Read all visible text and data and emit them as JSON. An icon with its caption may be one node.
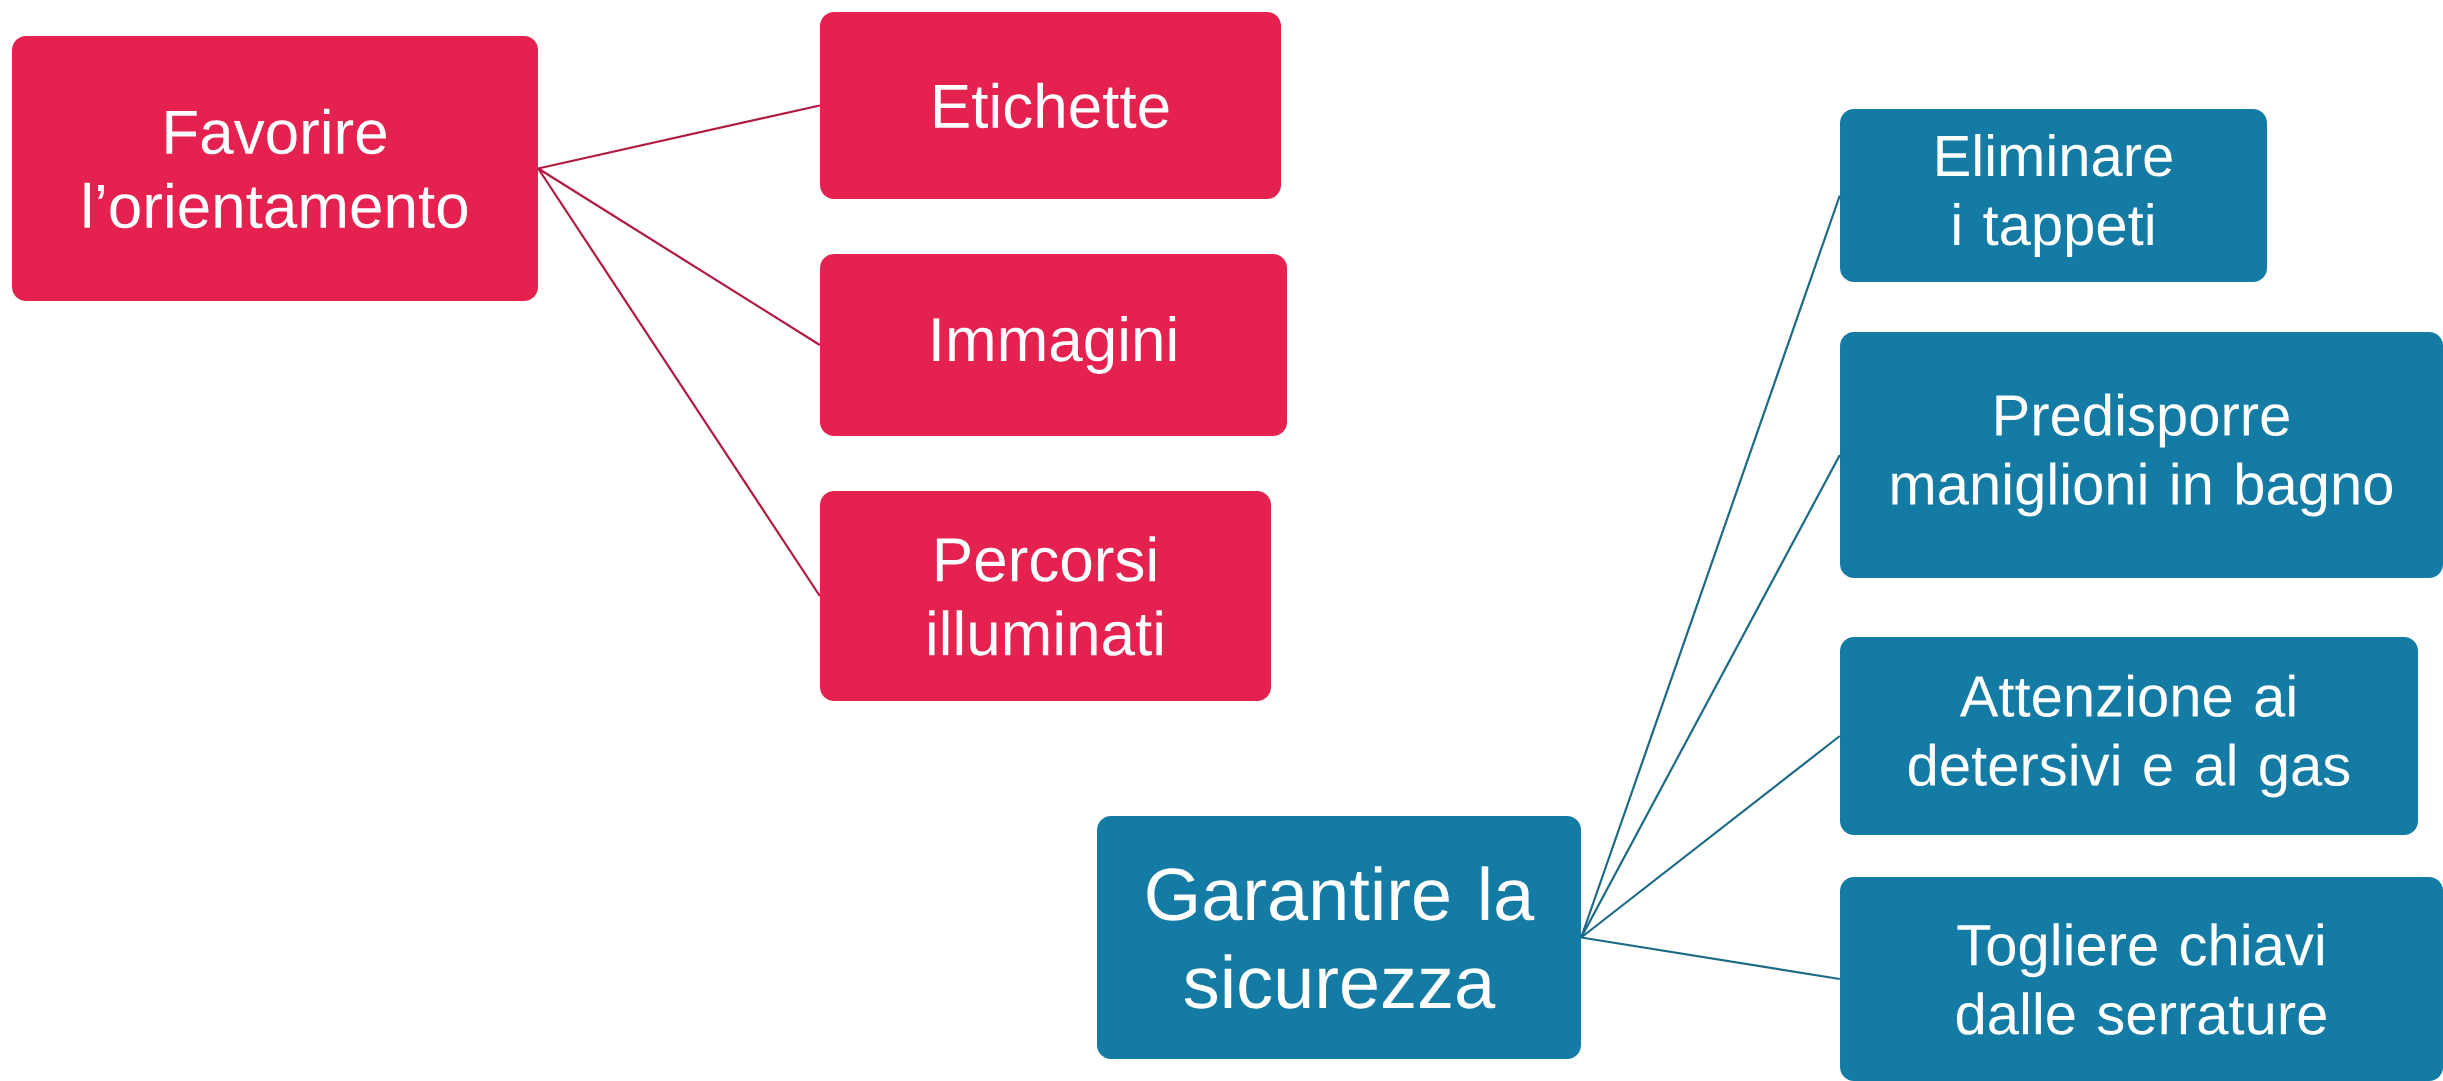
{
  "diagram": {
    "nodes": [
      {
        "text": [
          "Favorire l’orientamento"
        ]
      },
      {
        "text": [
          "Etichette"
        ]
      },
      {
        "text": [
          "Immagini"
        ]
      },
      {
        "text": [
          "Percorsi illuminati"
        ]
      },
      {
        "text": [
          "Garantire la sicurezza"
        ]
      },
      {
        "text": [
          "Eliminare i tappeti"
        ]
      },
      {
        "text": [
          "Predisporre maniglioni in bagno"
        ]
      },
      {
        "text": [
          "Attenzione ai detersivi e al gas"
        ]
      },
      {
        "text": [
          "Togliere chiavi dalle serrature"
        ]
      }
    ],
    "edges": [
      {
        "from": 0,
        "to": 1,
        "arrow": "none",
        "color": "#b01a40"
      },
      {
        "from": 0,
        "to": 2,
        "arrow": "none",
        "color": "#b01a40"
      },
      {
        "from": 0,
        "to": 3,
        "arrow": "none",
        "color": "#b01a40"
      },
      {
        "from": 4,
        "to": 5,
        "arrow": "none"
      },
      {
        "from": 4,
        "to": 6,
        "arrow": "none"
      },
      {
        "from": 4,
        "to": 7,
        "arrow": "none"
      },
      {
        "from": 4,
        "to": 8,
        "arrow": "none"
      }
    ]
  }
}
